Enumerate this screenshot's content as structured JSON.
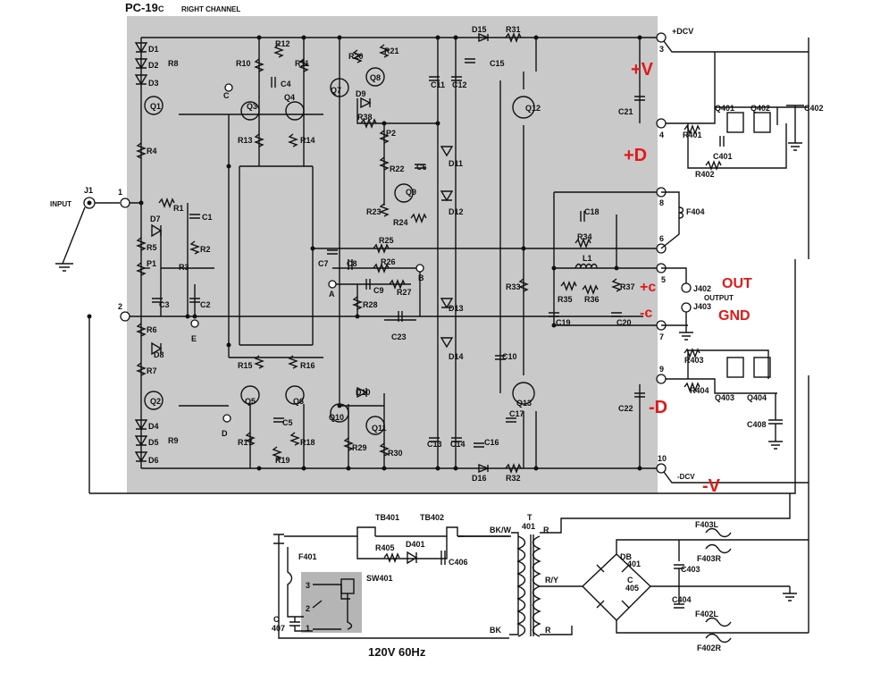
{
  "title": {
    "model": "PC-19",
    "suffix": "C",
    "channel": "RIGHT CHANNEL"
  },
  "colors": {
    "shaded_board": "#c9c9c9",
    "transformer_block": "#b5b5b5",
    "line": "#111111",
    "annotation": "#e01919"
  },
  "board_labels": {
    "d1": "D1",
    "d2": "D2",
    "d3": "D3",
    "r8": "R8",
    "q1": "Q1",
    "r10": "R10",
    "r12": "R12",
    "r11": "R11",
    "c4": "C4",
    "c_pt": "C",
    "q3": "Q3",
    "q4": "Q4",
    "r13": "R13",
    "r14": "R14",
    "r20": "R20",
    "r21": "R21",
    "q7": "Q7",
    "q8": "Q8",
    "d9": "D9",
    "r38": "R38",
    "p2": "P2",
    "r22": "R22",
    "c6": "C6",
    "q9": "Q9",
    "r23": "R23",
    "r24": "R24",
    "d15": "D15",
    "r31": "R31",
    "c15": "C15",
    "c11": "C11",
    "c12": "C12",
    "q12": "Q12",
    "d11": "D11",
    "d12": "D12",
    "r4": "R4",
    "r1": "R1",
    "c1": "C1",
    "d7": "D7",
    "r5": "R5",
    "r2": "R2",
    "p1": "P1",
    "r3": "R3",
    "c3": "C3",
    "c2": "C2",
    "r6": "R6",
    "e_pt": "E",
    "d8": "D8",
    "r7": "R7",
    "q2": "Q2",
    "d4": "D4",
    "d5": "D5",
    "r9": "R9",
    "d6": "D6",
    "r25": "R25",
    "c7": "C7",
    "c8": "C8",
    "r26": "R26",
    "b_pt": "B",
    "a_pt": "A",
    "c9": "C9",
    "r27": "R27",
    "r28": "R28",
    "c23": "C23",
    "d13": "D13",
    "d14": "D14",
    "r33": "R33",
    "c10": "C10",
    "r15": "R15",
    "r16": "R16",
    "q5": "Q5",
    "q6": "Q6",
    "d_pt": "D",
    "c5": "C5",
    "r17": "R17",
    "r18": "R18",
    "r19": "R19",
    "q10": "Q10",
    "d10": "D10",
    "q11": "Q11",
    "r29": "R29",
    "r30": "R30",
    "c13": "C13",
    "c14": "C14",
    "c16": "C16",
    "d16": "D16",
    "r32": "R32",
    "q13": "Q13",
    "c17": "C17",
    "c18": "C18",
    "r34": "R34",
    "l1": "L1",
    "r35": "R35",
    "r36": "R36",
    "r37": "R37",
    "c19": "C19",
    "c20": "C20",
    "c21": "C21",
    "c22": "C22"
  },
  "terminals": {
    "t1": "1",
    "t2": "2",
    "t3": "3",
    "t4": "4",
    "t5": "5",
    "t6": "6",
    "t7": "7",
    "t8": "8",
    "t9": "9",
    "t10": "10"
  },
  "input": {
    "jack": "J1",
    "label": "INPUT"
  },
  "rails": {
    "plus": "+DCV",
    "minus": "-DCV"
  },
  "output_stage": {
    "q401": "Q401",
    "q402": "Q402",
    "c402": "C402",
    "r401": "R401",
    "c401": "C401",
    "r402": "R402",
    "f404": "F404",
    "j402": "J402",
    "j403": "J403",
    "output": "OUTPUT",
    "r403": "R403",
    "r404": "R404",
    "q403": "Q403",
    "q404": "Q404",
    "c408": "C408"
  },
  "power_supply": {
    "tb401": "TB401",
    "tb402": "TB402",
    "r405": "R405",
    "d401": "D401",
    "c406": "C406",
    "f401": "F401",
    "sw401": "SW401",
    "sw_pin3": "3",
    "sw_pin2": "2",
    "sw_pin1": "1",
    "c407_a": "C",
    "c407_b": "407",
    "t401_a": "T",
    "t401_b": "401",
    "bkw": "BK/W",
    "r_top": "R",
    "ry": "R/Y",
    "bk": "BK",
    "r_bot": "R",
    "db401_a": "DB",
    "db401_b": "401",
    "c405_a": "C",
    "c405_b": "405",
    "f403l": "F403L",
    "f403r": "F403R",
    "c403": "C403",
    "c404": "C404",
    "f402l": "F402L",
    "f402r": "F402R",
    "mains": "120V 60Hz"
  },
  "annotations": {
    "plus_v": "+V",
    "plus_d": "+D",
    "plus_c": "+c",
    "minus_c": "-c",
    "out": "OUT",
    "gnd": "GND",
    "minus_d": "-D",
    "minus_v": "-V"
  }
}
